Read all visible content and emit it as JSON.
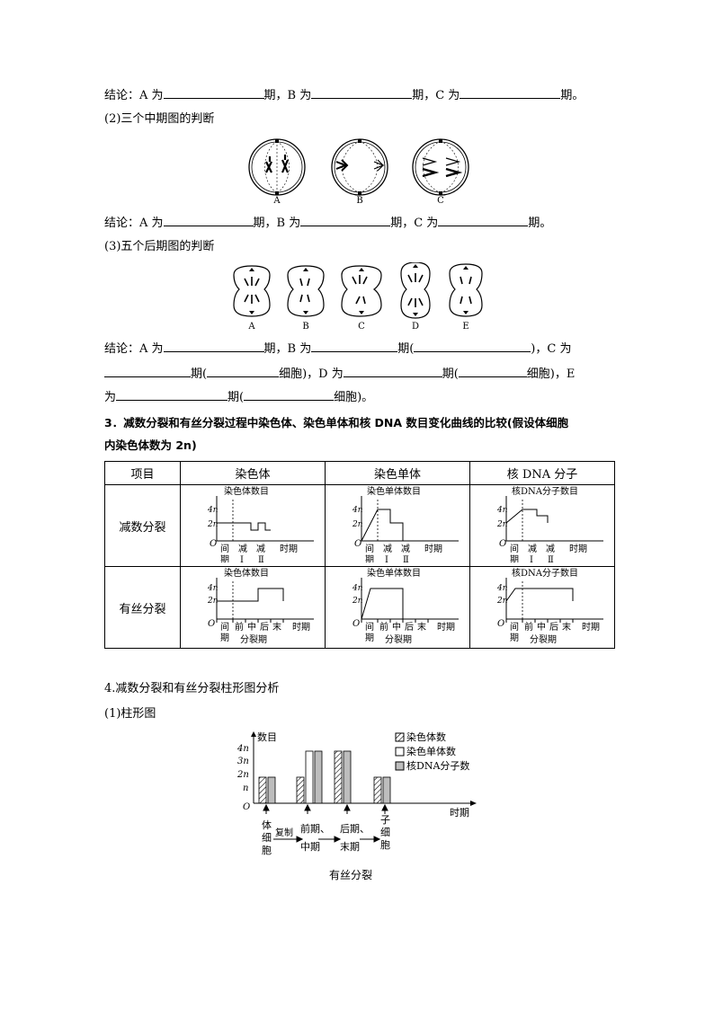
{
  "sec1_conclusion": {
    "prefix": "结论：A 为",
    "mid1": "期，B 为",
    "mid2": "期，C 为",
    "suffix": "期。"
  },
  "sec2": {
    "heading": "(2)三个中期图的判断",
    "labels": [
      "A",
      "B",
      "C"
    ],
    "conclusion": {
      "prefix": "结论：A 为",
      "mid1": "期，B 为",
      "mid2": "期，C 为",
      "suffix": "期。"
    }
  },
  "sec3": {
    "heading": "(3)五个后期图的判断",
    "labels": [
      "A",
      "B",
      "C",
      "D",
      "E"
    ],
    "line1": {
      "prefix": "结论：A 为",
      "mid1": "期，B 为",
      "mid2": "期(",
      "mid3": ")，C 为"
    },
    "line2": {
      "p1": "期(",
      "p2": "细胞)，D 为",
      "p3": "期(",
      "p4": "细胞)，E"
    },
    "line3": {
      "p0": "为",
      "p1": "期(",
      "p2": "细胞)。"
    }
  },
  "item3": {
    "heading": "3．减数分裂和有丝分裂过程中染色体、染色单体和核 DNA 数目变化曲线的比较(假设体细胞内染色体数为 2n)",
    "line1": "3．减数分裂和有丝分裂过程中染色体、染色单体和核 DNA 数目变化曲线的比较(假设体细胞",
    "line2": "内染色体数为 2n)"
  },
  "table": {
    "headers": [
      "项目",
      "染色体",
      "染色单体",
      "核 DNA 分子"
    ],
    "rows": [
      "减数分裂",
      "有丝分裂"
    ],
    "graph_titles": [
      "染色体数目",
      "染色单体数目",
      "核DNA分子数目"
    ],
    "y_ticks": [
      "4n",
      "2n"
    ],
    "origin": "O",
    "x_label": "时期",
    "meiosis_x": [
      "间",
      "减",
      "减",
      "期",
      "Ⅰ",
      "Ⅱ"
    ],
    "mitosis_x": [
      "间",
      "前",
      "中",
      "后",
      "末",
      "期",
      "分裂期"
    ]
  },
  "item4": {
    "heading": "4.减数分裂和有丝分裂柱形图分析",
    "sub": "(1)柱形图",
    "y_title": "数目",
    "y_ticks": [
      "4n",
      "3n",
      "2n",
      "n"
    ],
    "origin": "O",
    "x_label": "时期",
    "legend": [
      "染色体数",
      "染色单体数",
      "核DNA分子数"
    ],
    "stages": [
      "体细胞",
      "前期、中期",
      "后期、末期",
      "子细胞"
    ],
    "arrow_labels": [
      "复制",
      "、",
      "、"
    ],
    "caption": "有丝分裂",
    "colors": {
      "bar_hatch": "#000000",
      "bar_gray": "#bdbdbd"
    }
  },
  "chart_data": {
    "type": "bar",
    "title": "有丝分裂",
    "categories": [
      "体细胞",
      "前期、中期",
      "后期、末期",
      "子细胞"
    ],
    "ylabel": "数目",
    "xlabel": "时期",
    "yticks": [
      "n",
      "2n",
      "3n",
      "4n"
    ],
    "series": [
      {
        "name": "染色体数",
        "values_in_n": [
          2,
          2,
          4,
          2
        ]
      },
      {
        "name": "染色单体数",
        "values_in_n": [
          0,
          4,
          0,
          0
        ]
      },
      {
        "name": "核DNA分子数",
        "values_in_n": [
          2,
          4,
          4,
          2
        ]
      }
    ]
  }
}
